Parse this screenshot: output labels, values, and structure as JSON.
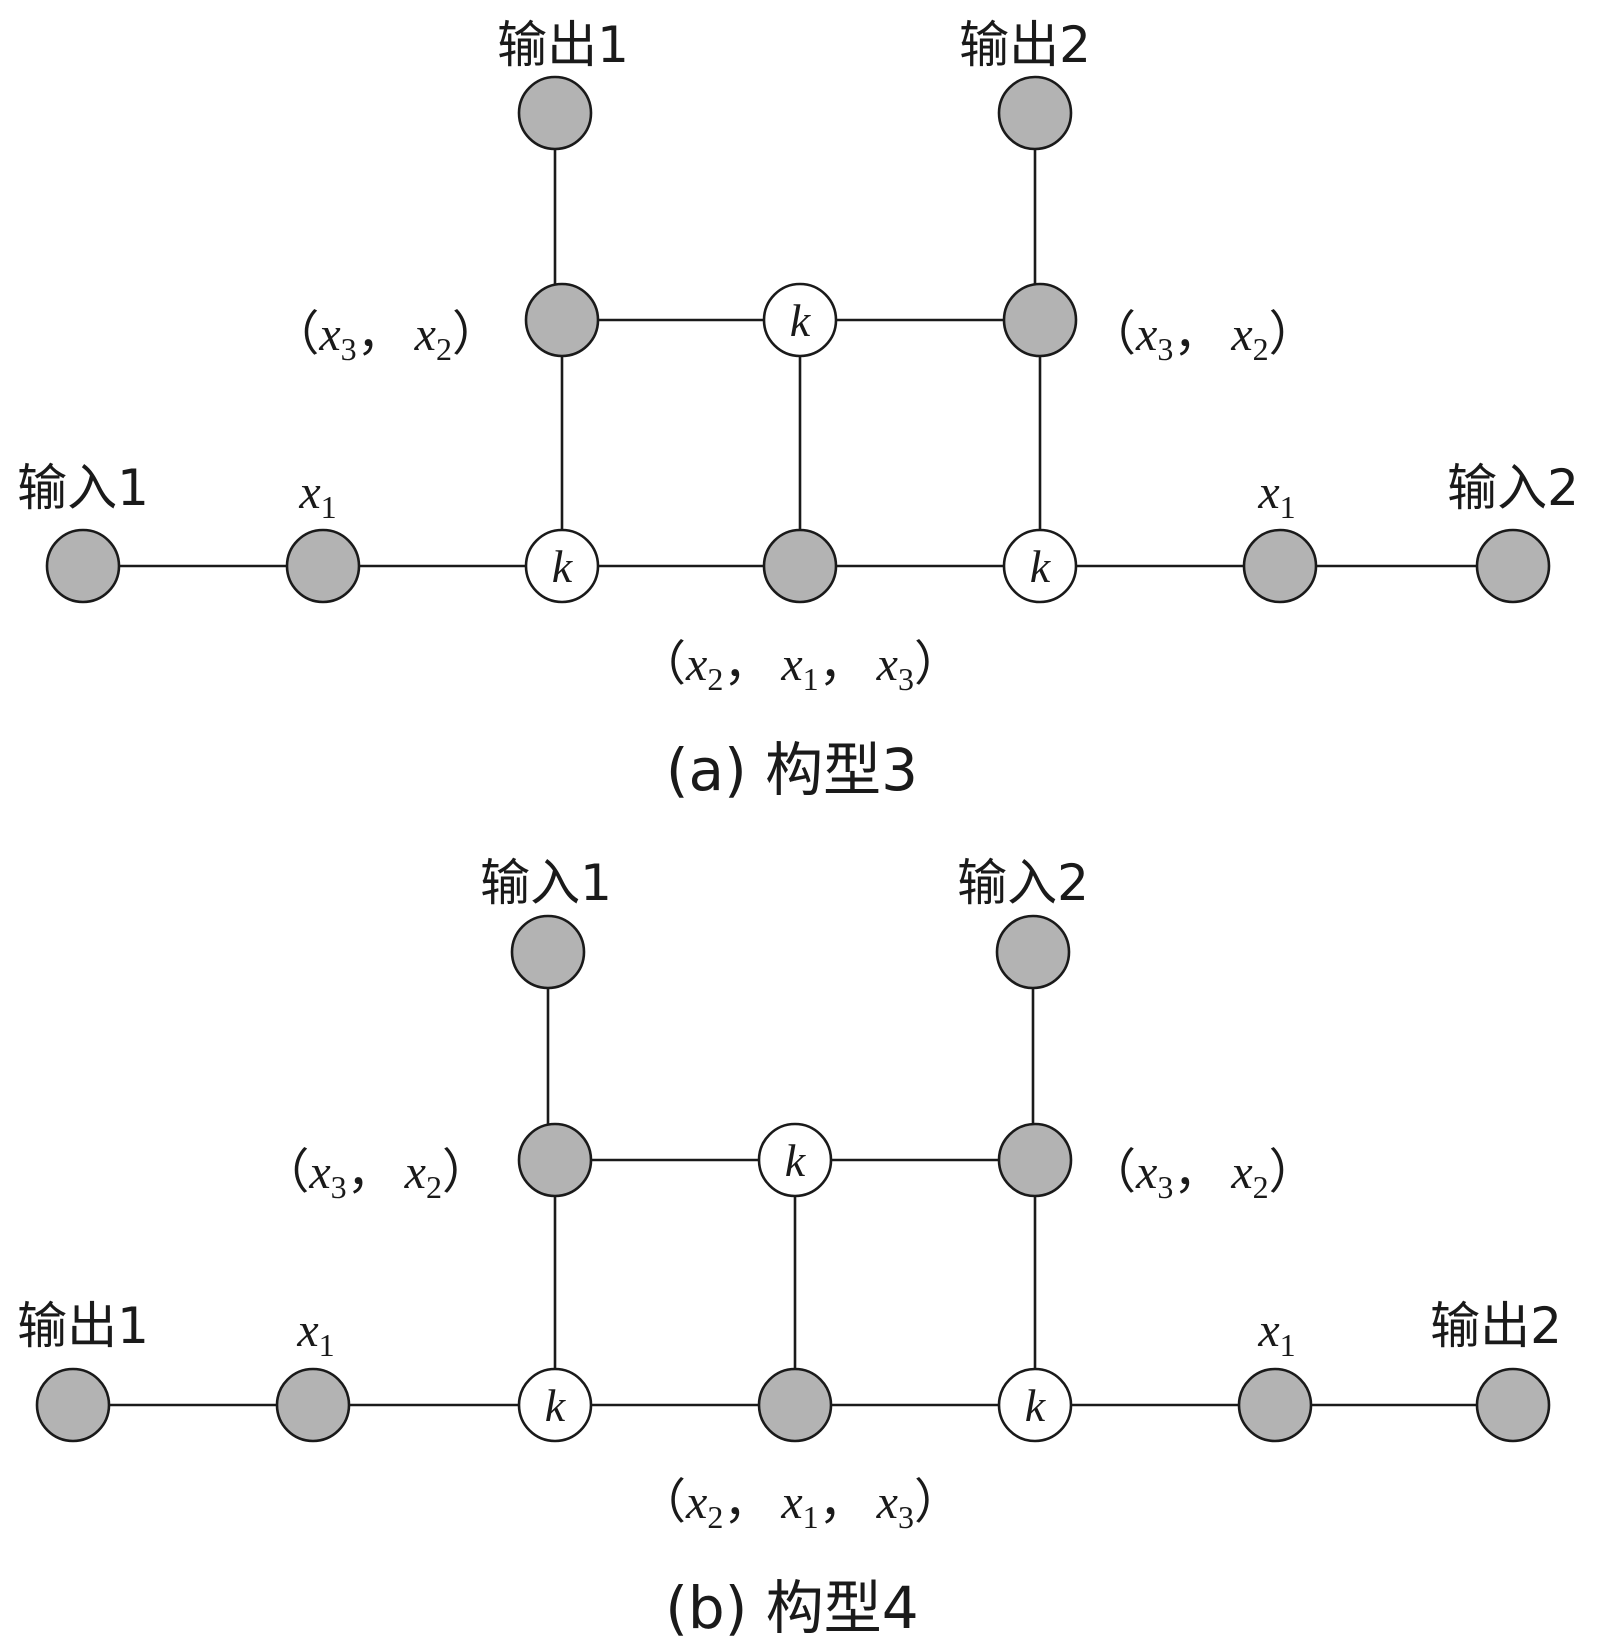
{
  "panels": [
    {
      "id": "a",
      "caption": "(a)  构型3",
      "top_left_label": "输出1",
      "top_right_label": "输出2",
      "left_end_label": "输入1",
      "right_end_label": "输入2",
      "left_x_label": {
        "base": "x",
        "sub": "1"
      },
      "right_x_label": {
        "base": "x",
        "sub": "1"
      },
      "left_pair_label": {
        "open": "（",
        "a": "x",
        "a_sub": "3",
        "sep": "，",
        "b": "x",
        "b_sub": "2",
        "close": "）"
      },
      "right_pair_label": {
        "open": "（",
        "a": "x",
        "a_sub": "3",
        "sep": "，",
        "b": "x",
        "b_sub": "2",
        "close": "）"
      },
      "triple_label": {
        "open": "（",
        "a": "x",
        "a_sub": "2",
        "b": "x",
        "b_sub": "1",
        "c": "x",
        "c_sub": "3",
        "sep": "，",
        "close": "）"
      },
      "k": "k"
    },
    {
      "id": "b",
      "caption": "(b)  构型4",
      "top_left_label": "输入1",
      "top_right_label": "输入2",
      "left_end_label": "输出1",
      "right_end_label": "输出2",
      "left_x_label": {
        "base": "x",
        "sub": "1"
      },
      "right_x_label": {
        "base": "x",
        "sub": "1"
      },
      "left_pair_label": {
        "open": "（",
        "a": "x",
        "a_sub": "3",
        "sep": "，",
        "b": "x",
        "b_sub": "2",
        "close": "）"
      },
      "right_pair_label": {
        "open": "（",
        "a": "x",
        "a_sub": "3",
        "sep": "，",
        "b": "x",
        "b_sub": "2",
        "close": "）"
      },
      "triple_label": {
        "open": "（",
        "a": "x",
        "a_sub": "2",
        "b": "x",
        "b_sub": "1",
        "c": "x",
        "c_sub": "3",
        "sep": "，",
        "close": "）"
      },
      "k": "k"
    }
  ]
}
